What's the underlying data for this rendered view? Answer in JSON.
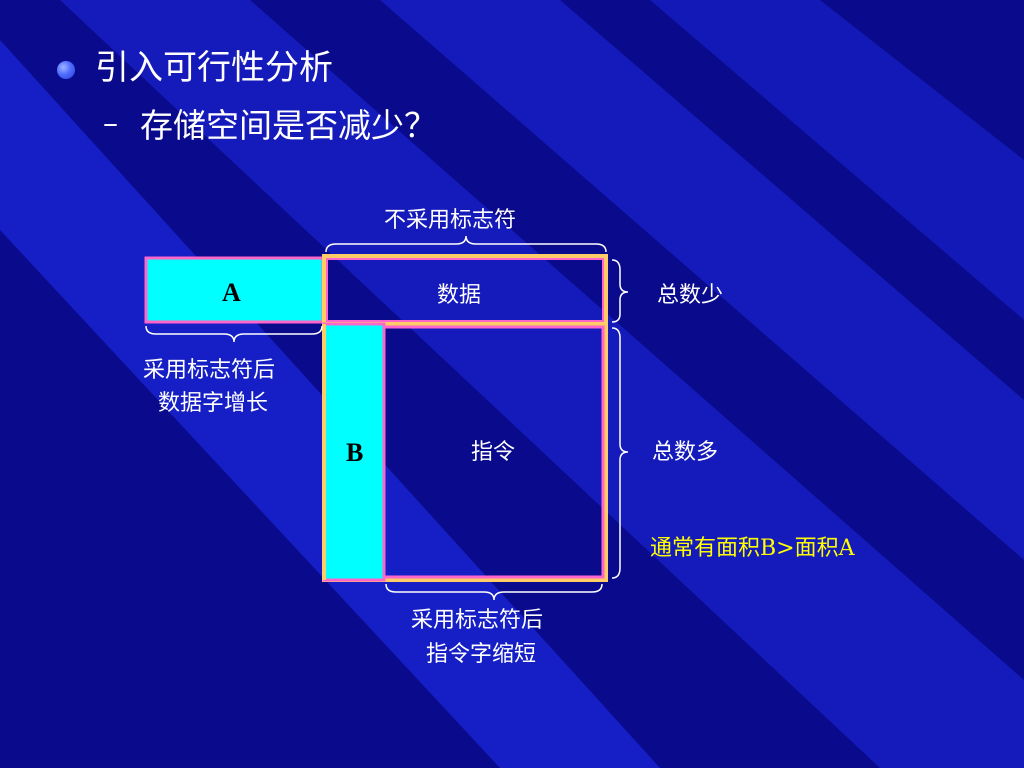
{
  "slide": {
    "bullet1": "引入可行性分析",
    "dash": "–",
    "bullet2": "存储空间是否减少？"
  },
  "diagram": {
    "top_label": "不采用标志符",
    "box_a": "A",
    "data_label": "数据",
    "box_b": "B",
    "instr_label": "指令",
    "right_top": "总数少",
    "right_bottom": "总数多",
    "left_note_line1": "采用标志符后",
    "left_note_line2": "数据字增长",
    "bottom_note_line1": "采用标志符后",
    "bottom_note_line2": "指令字缩短",
    "conclusion": "通常有面积B>面积A"
  },
  "colors": {
    "background": "#0a0a8c",
    "stripe": "#1f2fe0",
    "cyan": "#00ffff",
    "pink": "#ff66cc",
    "yellow": "#ffff00",
    "gold": "#ffcc66"
  }
}
